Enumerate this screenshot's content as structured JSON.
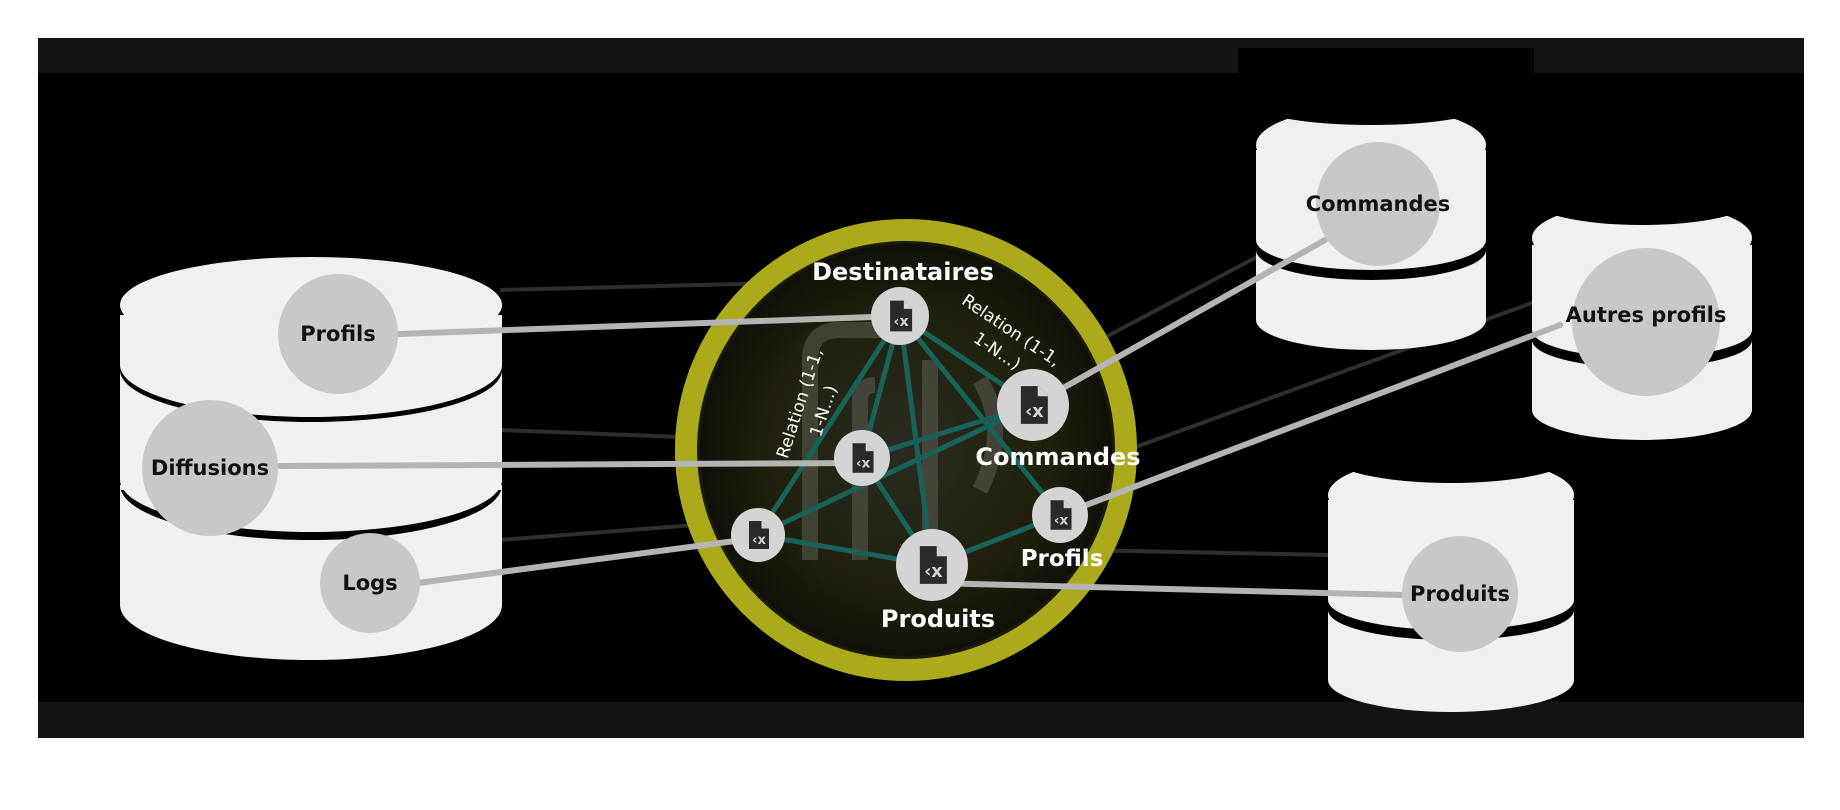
{
  "diagram": {
    "left_database": {
      "tables": {
        "profils": "Profils",
        "diffusions": "Diffusions",
        "logs": "Logs"
      }
    },
    "core": {
      "nodes": {
        "destinataires": "Destinataires",
        "commandes": "Commandes",
        "profils": "Profils",
        "produits": "Produits"
      },
      "relation_labels": {
        "left_line1": "Relation (1-1,",
        "left_line2": "1-N...)",
        "right_line1": "Relation (1-1,",
        "right_line2": "1-N...)"
      },
      "icon": "xml-document-icon"
    },
    "right_databases": {
      "commandes": "Commandes",
      "autres_profils": "Autres profils",
      "produits": "Produits"
    },
    "colors": {
      "frame": "#000000",
      "band": "#141414",
      "cylinder": "#f0f0f0",
      "table_circle": "#c8c8c8",
      "connector": "#b4b4b4",
      "relation_edge": "#17635a",
      "core_ring": "#c4c41f",
      "icon_fill": "#d4d4d4",
      "icon_glyph": "#2a2a2a"
    }
  }
}
